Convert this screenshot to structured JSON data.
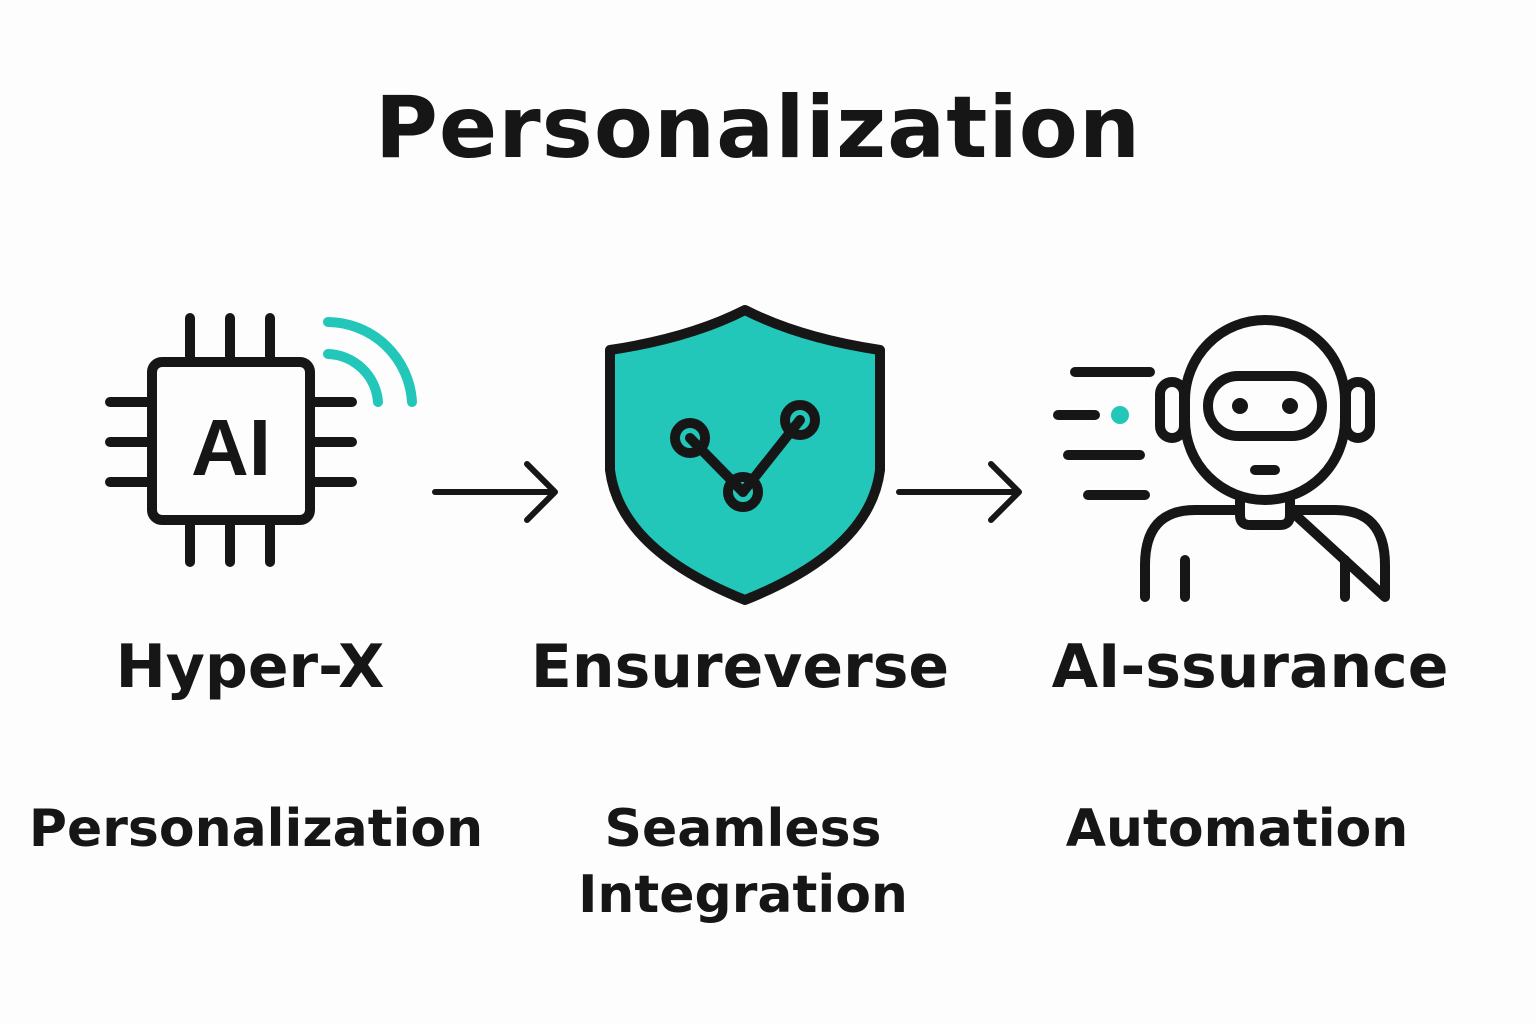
{
  "title": "Personalization",
  "accent_color": "#22c7b9",
  "stroke_color": "#161616",
  "steps": [
    {
      "icon": "ai-chip-icon",
      "chip_text": "AI",
      "label": "Hyper-X",
      "sublabel": "Personalization"
    },
    {
      "icon": "shield-network-icon",
      "label": "Ensureverse",
      "sublabel_line1": "Seamless",
      "sublabel_line2": "Integration"
    },
    {
      "icon": "robot-assistant-icon",
      "label": "AI-ssurance",
      "sublabel": "Automation"
    }
  ]
}
